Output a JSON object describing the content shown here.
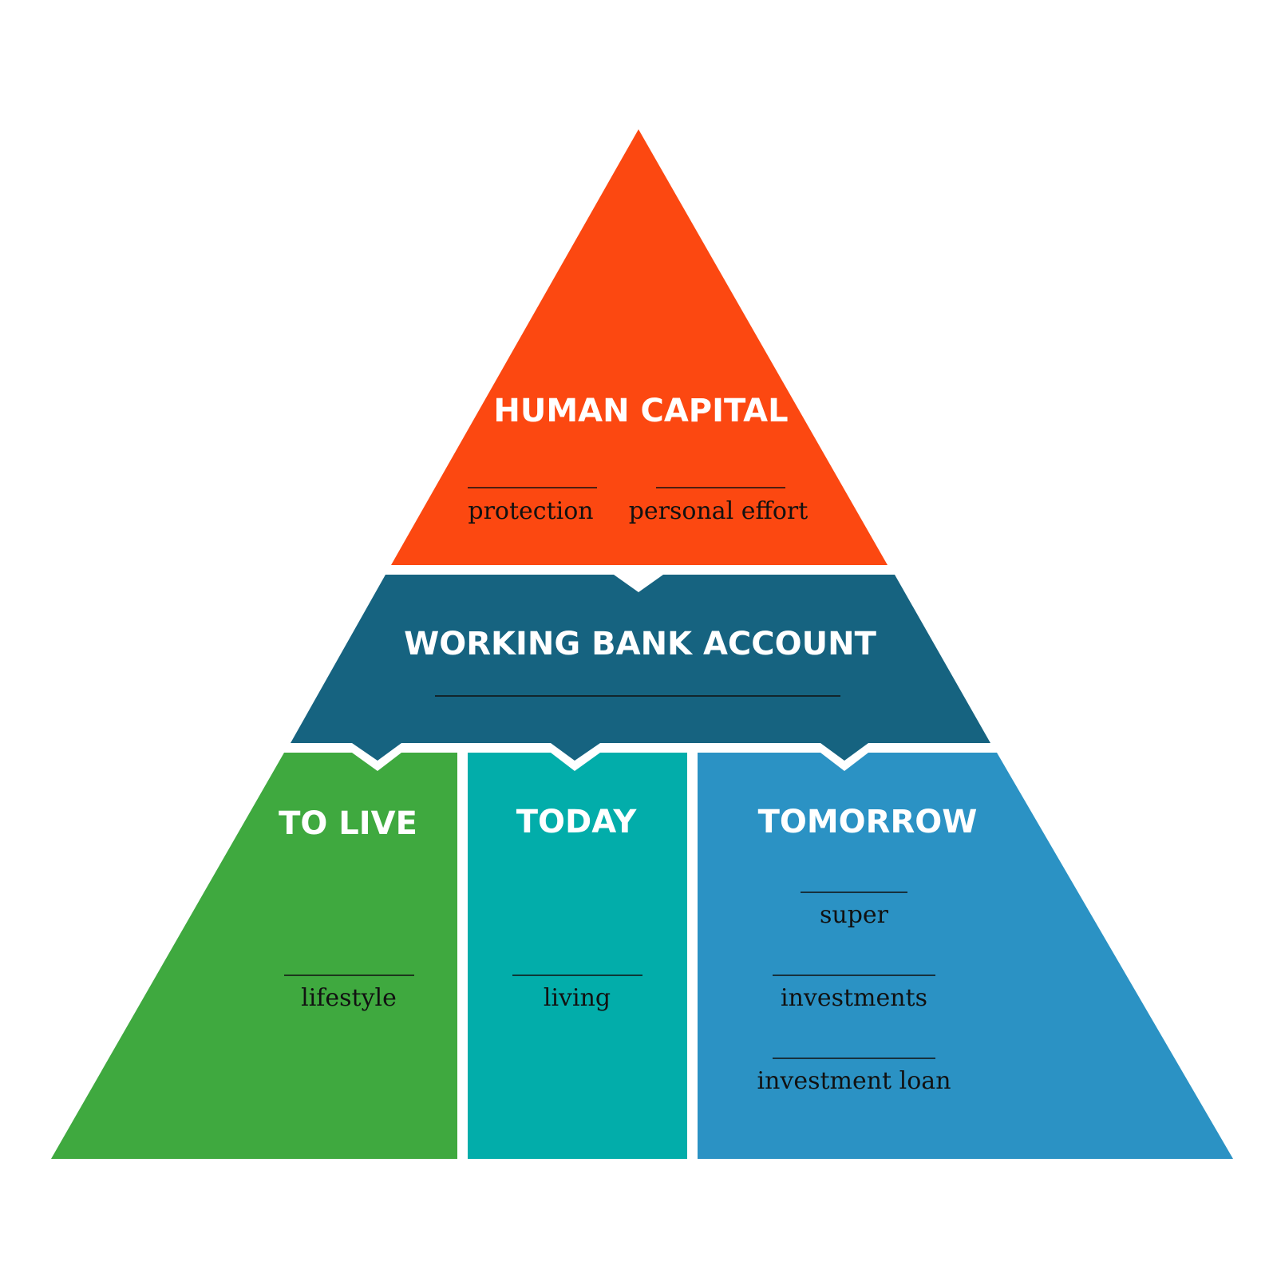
{
  "colors": {
    "human_capital": "#FC4811",
    "working_bank_account": "#166380",
    "to_live": "#3FA93F",
    "today": "#02ADAA",
    "tomorrow": "#2B92C4"
  },
  "human_capital": {
    "title": "HUMAN CAPITAL",
    "items": [
      "protection",
      "personal effort"
    ]
  },
  "working_bank_account": {
    "title": "WORKING BANK ACCOUNT"
  },
  "to_live": {
    "title": "TO LIVE",
    "items": [
      "lifestyle"
    ]
  },
  "today": {
    "title": "TODAY",
    "items": [
      "living"
    ]
  },
  "tomorrow": {
    "title": "TOMORROW",
    "items": [
      "super",
      "investments",
      "investment loan"
    ]
  }
}
